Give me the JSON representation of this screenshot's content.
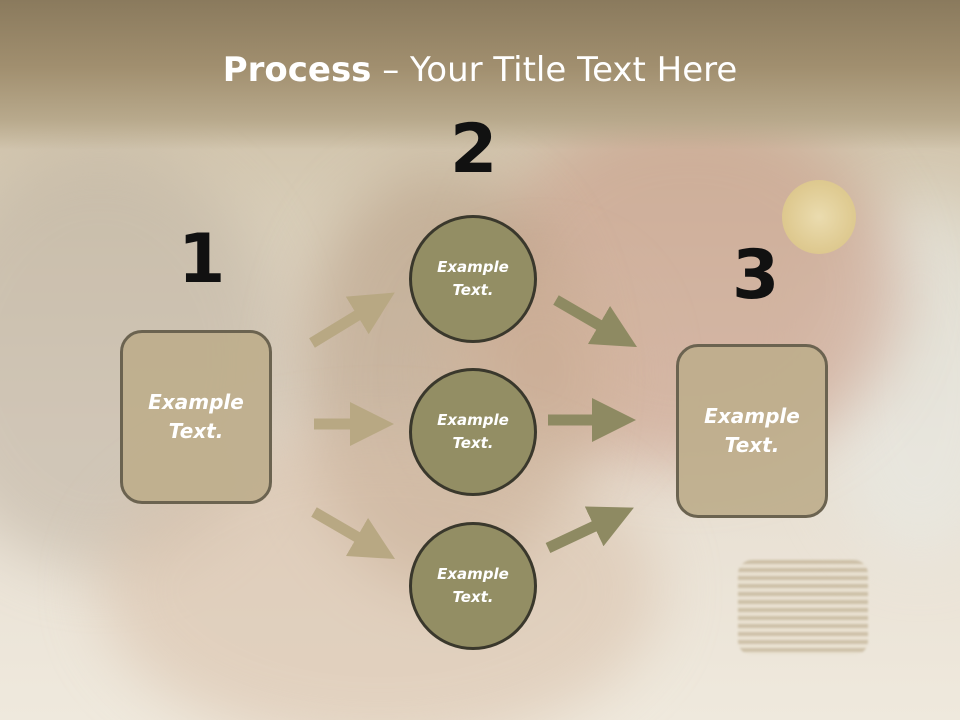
{
  "slide": {
    "title_bold": "Process",
    "title_rest": " – Your Title Text Here",
    "step_numbers": [
      "1",
      "2",
      "3"
    ],
    "left_box": "Example\nText.",
    "circles": [
      "Example\nText.",
      "Example\nText.",
      "Example\nText."
    ],
    "right_box": "Example\nText."
  },
  "colors": {
    "box_fill": "#bfae8c",
    "circle_fill": "#938e64",
    "left_arrows": "#b8a883",
    "right_arrows": "#8e8a62"
  }
}
